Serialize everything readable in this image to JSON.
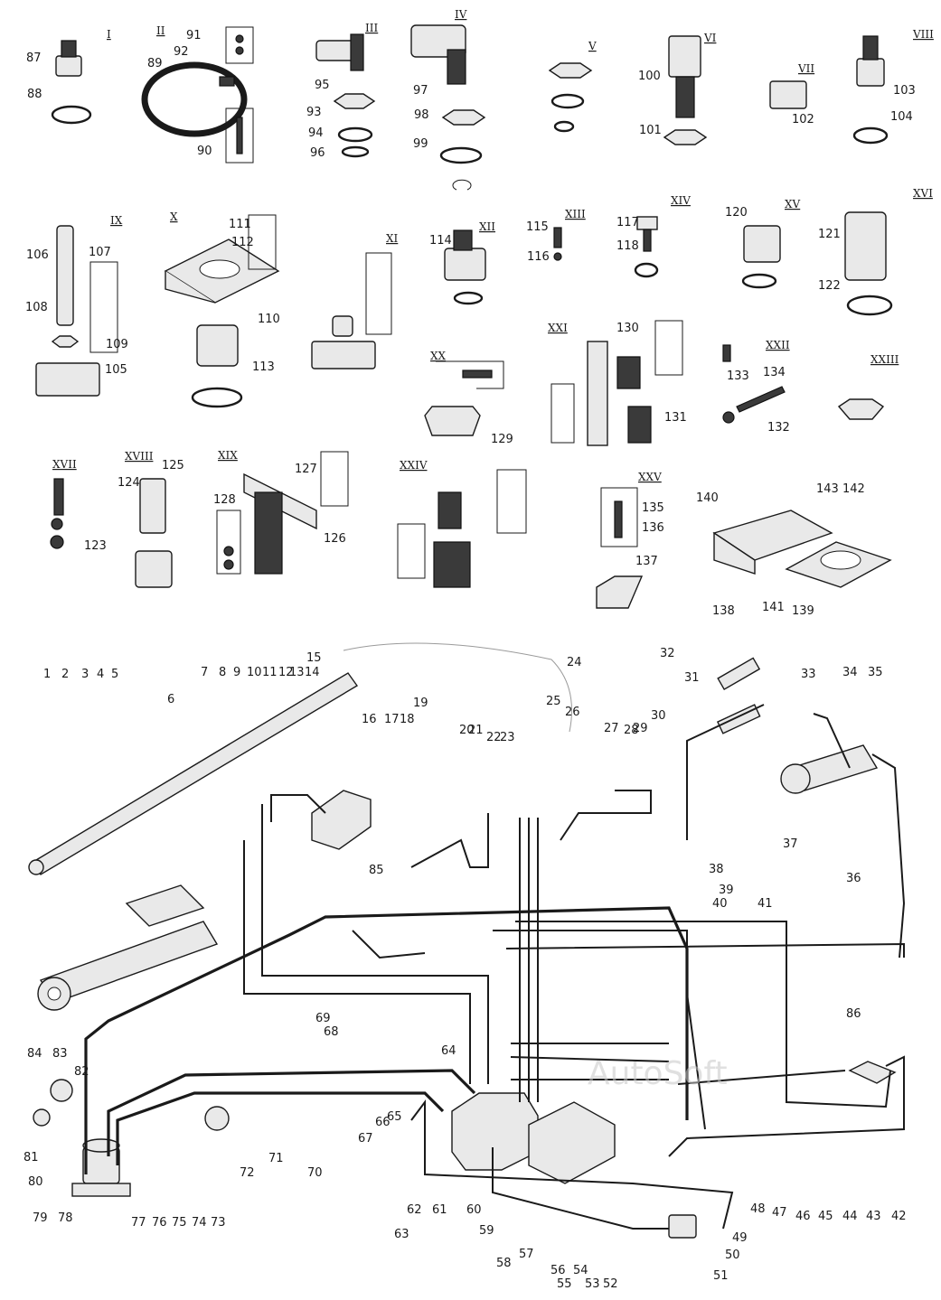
{
  "groups": [
    "I",
    "II",
    "III",
    "IV",
    "V",
    "VI",
    "VII",
    "VIII",
    "IX",
    "X",
    "XI",
    "XII",
    "XIII",
    "XIV",
    "XV",
    "XVI",
    "XVII",
    "XVIII",
    "XIX",
    "XX",
    "XXI",
    "XXII",
    "XXIII",
    "XXIV",
    "XXV"
  ],
  "callouts": [
    "1",
    "2",
    "3",
    "4",
    "5",
    "6",
    "7",
    "8",
    "9",
    "10",
    "11",
    "12",
    "13",
    "14",
    "15",
    "16",
    "17",
    "18",
    "19",
    "20",
    "21",
    "22",
    "23",
    "24",
    "25",
    "26",
    "27",
    "28",
    "29",
    "30",
    "31",
    "32",
    "33",
    "34",
    "35",
    "36",
    "37",
    "38",
    "39",
    "40",
    "41",
    "42",
    "43",
    "44",
    "45",
    "46",
    "47",
    "48",
    "49",
    "50",
    "51",
    "52",
    "53",
    "54",
    "55",
    "56",
    "57",
    "58",
    "59",
    "60",
    "61",
    "62",
    "63",
    "64",
    "65",
    "66",
    "67",
    "68",
    "69",
    "70",
    "71",
    "72",
    "73",
    "74",
    "75",
    "76",
    "77",
    "78",
    "79",
    "80",
    "81",
    "82",
    "83",
    "84",
    "85",
    "86",
    "87",
    "88",
    "89",
    "90",
    "91",
    "92",
    "93",
    "94",
    "95",
    "96",
    "97",
    "98",
    "99",
    "100",
    "101",
    "102",
    "103",
    "104",
    "105",
    "106",
    "107",
    "108",
    "109",
    "110",
    "111",
    "112",
    "113",
    "114",
    "115",
    "116",
    "117",
    "118",
    "120",
    "121",
    "122",
    "123",
    "124",
    "125",
    "126",
    "127",
    "128",
    "129",
    "130",
    "131",
    "132",
    "133",
    "134",
    "135",
    "136",
    "137",
    "138",
    "139",
    "140",
    "141",
    "142",
    "143"
  ],
  "watermark": "AutoSoft"
}
